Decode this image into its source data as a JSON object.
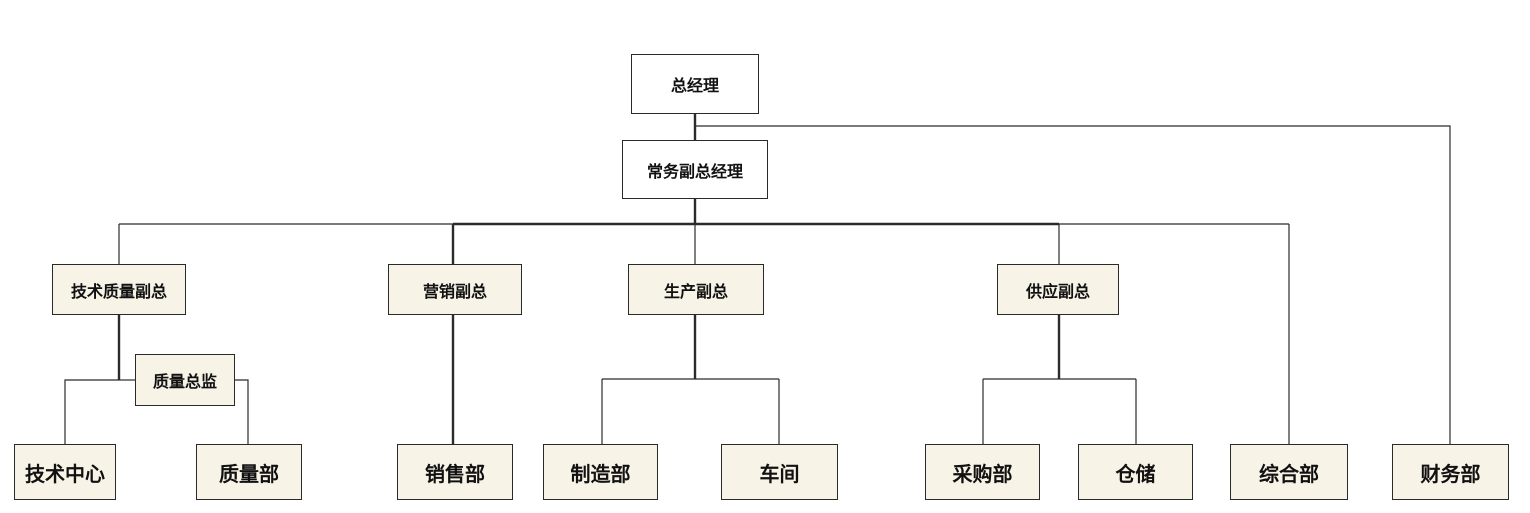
{
  "org_chart": {
    "general_manager": "总经理",
    "executive_vp": "常务副总经理",
    "tech_quality_vp": "技术质量副总",
    "marketing_vp": "营销副总",
    "production_vp": "生产副总",
    "supply_vp": "供应副总",
    "quality_director": "质量总监",
    "tech_center": "技术中心",
    "quality_dept": "质量部",
    "sales_dept": "销售部",
    "manufacturing_dept": "制造部",
    "workshop": "车间",
    "purchasing_dept": "采购部",
    "warehouse": "仓储",
    "general_dept": "综合部",
    "finance_dept": "财务部"
  },
  "colors": {
    "box_fill_beige": "#f7f3e6",
    "box_fill_white": "#ffffff",
    "line": "#2b2b2b"
  }
}
